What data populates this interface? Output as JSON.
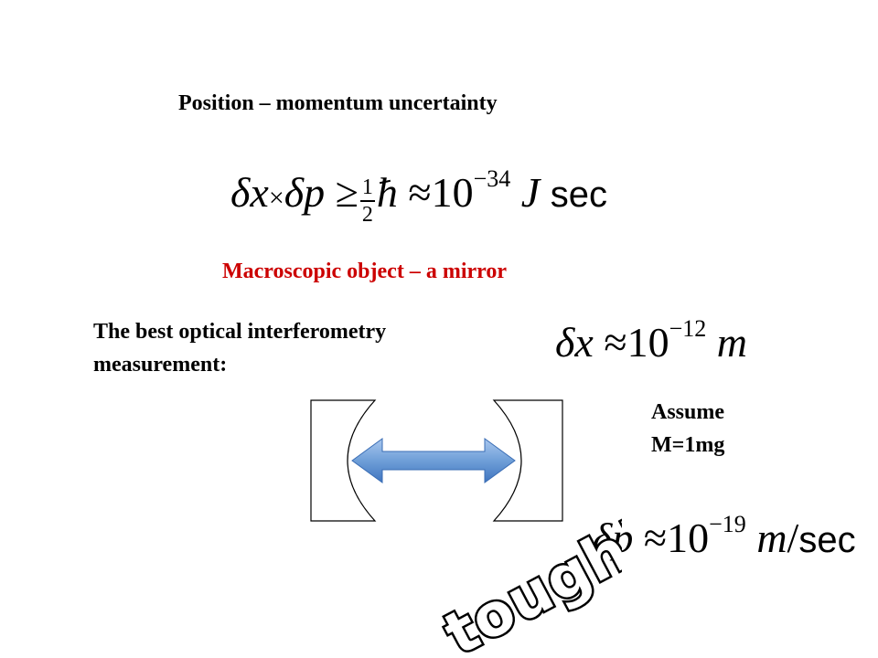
{
  "slide": {
    "title": "Position – momentum uncertainty",
    "subtitle": "Macroscopic object – a mirror",
    "subtitle_color": "#cc0000",
    "measurement_text_line1": "The best optical interferometry",
    "measurement_text_line2": "measurement:",
    "assume_line1": "Assume",
    "assume_line2": "M=1mg",
    "stamp_text": "tough!"
  },
  "equations": {
    "uncertainty": {
      "dx": "δx",
      "times": "×",
      "dp": "δp",
      "geq": "≥",
      "half_num": "1",
      "half_den": "2",
      "hbar": "h",
      "approx": "≈",
      "base": "10",
      "exponent": "−34",
      "unit_j": "J",
      "unit_sec": "sec"
    },
    "position": {
      "dx": "δx",
      "approx": "≈",
      "base": "10",
      "exponent": "−12",
      "unit": "m"
    },
    "momentum": {
      "dp": "δp",
      "approx": "≈",
      "base": "10",
      "exponent": "−19",
      "unit_m": "m",
      "slash": "/",
      "unit_sec": "sec"
    }
  },
  "colors": {
    "arrow_fill": "#6f9fd8",
    "arrow_stroke": "#3a6db5",
    "stamp_fill": "#ffffff",
    "stamp_stroke": "#000000"
  }
}
